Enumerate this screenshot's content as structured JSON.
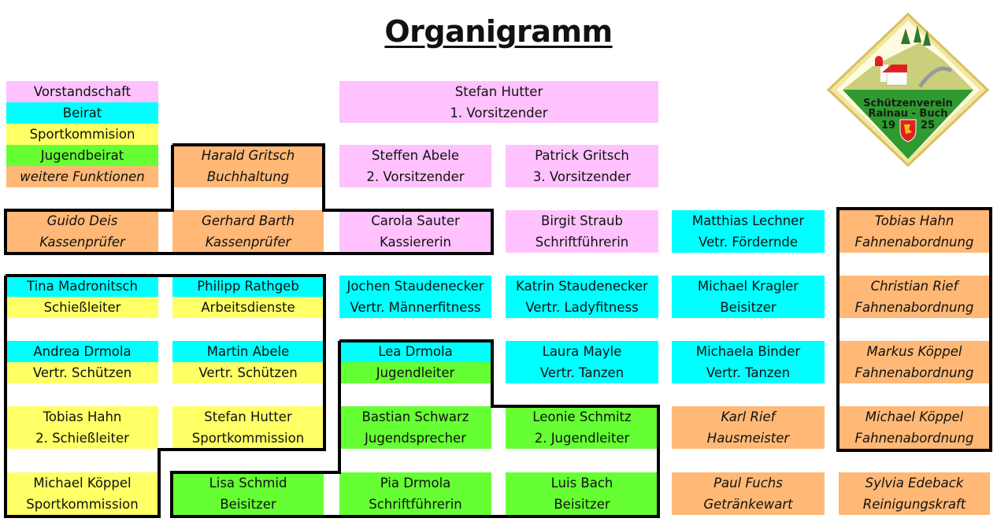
{
  "title": "Organigramm",
  "legend": [
    {
      "label": "Vorstandschaft",
      "color": "#ffc2ff"
    },
    {
      "label": "Beirat",
      "color": "#00ffff"
    },
    {
      "label": "Sportkommision",
      "color": "#ffff66"
    },
    {
      "label": "Jugendbeirat",
      "color": "#66ff33"
    },
    {
      "label": "weitere Funktionen",
      "color": "#ffb875"
    }
  ],
  "logo": {
    "line1": "Schützenverein",
    "line2": "Rainau - Buch",
    "year_left": "19",
    "year_right": "25"
  },
  "members": {
    "vorsitz1": {
      "name": "Stefan Hutter",
      "role": "1. Vorsitzender"
    },
    "vorsitz2": {
      "name": "Steffen Abele",
      "role": "2. Vorsitzender"
    },
    "vorsitz3": {
      "name": "Patrick Gritsch",
      "role": "3. Vorsitzender"
    },
    "buchhaltung": {
      "name": "Harald Gritsch",
      "role": "Buchhaltung"
    },
    "kassenpruefer1": {
      "name": "Guido Deis",
      "role": "Kassenprüfer"
    },
    "kassenpruefer2": {
      "name": "Gerhard Barth",
      "role": "Kassenprüfer"
    },
    "kassiererin": {
      "name": "Carola Sauter",
      "role": "Kassiererin"
    },
    "schriftfuehrerin": {
      "name": "Birgit Straub",
      "role": "Schriftführerin"
    },
    "foerdernde": {
      "name": "Matthias Lechner",
      "role": "Vetr. Fördernde"
    },
    "fahne1": {
      "name": "Tobias Hahn",
      "role": "Fahnenabordnung"
    },
    "schiessleiter": {
      "name": "Tina Madronitsch",
      "role": "Schießleiter"
    },
    "arbeitsdienste": {
      "name": "Philipp Rathgeb",
      "role": "Arbeitsdienste"
    },
    "maennerfitness": {
      "name": "Jochen Staudenecker",
      "role": "Vertr. Männerfitness"
    },
    "ladyfitness": {
      "name": "Katrin Staudenecker",
      "role": "Vertr. Ladyfitness"
    },
    "beisitzer_beirat": {
      "name": "Michael Kragler",
      "role": "Beisitzer"
    },
    "fahne2": {
      "name": "Christian Rief",
      "role": "Fahnenabordnung"
    },
    "schuetzen1": {
      "name": "Andrea Drmola",
      "role": "Vertr. Schützen"
    },
    "schuetzen2": {
      "name": "Martin Abele",
      "role": "Vertr. Schützen"
    },
    "jugendleiter": {
      "name": "Lea Drmola",
      "role": "Jugendleiter"
    },
    "tanzen1": {
      "name": "Laura Mayle",
      "role": "Vertr. Tanzen"
    },
    "tanzen2": {
      "name": "Michaela Binder",
      "role": "Vertr. Tanzen"
    },
    "fahne3": {
      "name": "Markus Köppel",
      "role": "Fahnenabordnung"
    },
    "schiessleiter2": {
      "name": "Tobias Hahn",
      "role": "2. Schießleiter"
    },
    "sportkommission1": {
      "name": "Stefan Hutter",
      "role": "Sportkommission"
    },
    "jugendsprecher": {
      "name": "Bastian Schwarz",
      "role": "Jugendsprecher"
    },
    "jugendleiter2": {
      "name": "Leonie Schmitz",
      "role": "2. Jugendleiter"
    },
    "hausmeister": {
      "name": "Karl Rief",
      "role": "Hausmeister"
    },
    "fahne4": {
      "name": "Michael Köppel",
      "role": "Fahnenabordnung"
    },
    "sportkommission2": {
      "name": "Michael Köppel",
      "role": "Sportkommission"
    },
    "beisitzer_jugend1": {
      "name": "Lisa Schmid",
      "role": "Beisitzer"
    },
    "schriftfuehrerin_jugend": {
      "name": "Pia Drmola",
      "role": "Schriftführerin"
    },
    "beisitzer_jugend2": {
      "name": "Luis Bach",
      "role": "Beisitzer"
    },
    "getraenkewart": {
      "name": "Paul Fuchs",
      "role": "Getränkewart"
    },
    "reinigung": {
      "name": "Sylvia Edeback",
      "role": "Reinigungskraft"
    }
  }
}
